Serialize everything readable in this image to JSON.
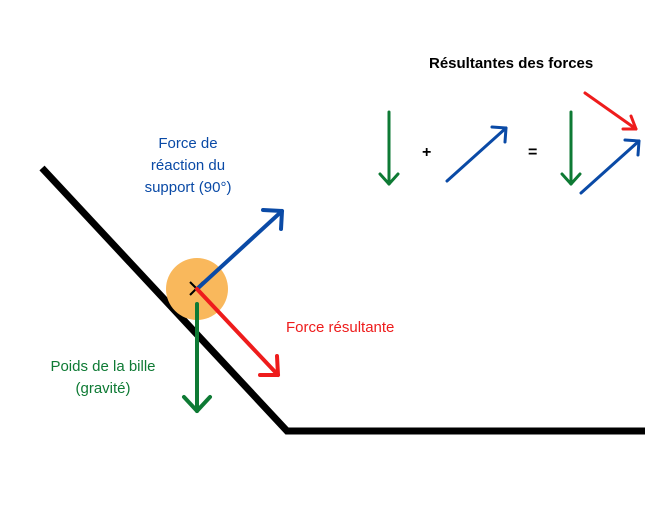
{
  "title": "Résultantes des forces",
  "labels": {
    "reaction": [
      "Force de",
      "réaction du",
      "support (90°)"
    ],
    "resultant": "Force résultante",
    "weight": [
      "Poids de la bille",
      "(gravité)"
    ]
  },
  "operators": {
    "plus": "+",
    "equals": "="
  },
  "colors": {
    "reaction": "#0a4aa6",
    "resultant": "#ee1c1c",
    "weight": "#0e7a34",
    "ball": "#f9b85c",
    "surface": "#000000"
  }
}
